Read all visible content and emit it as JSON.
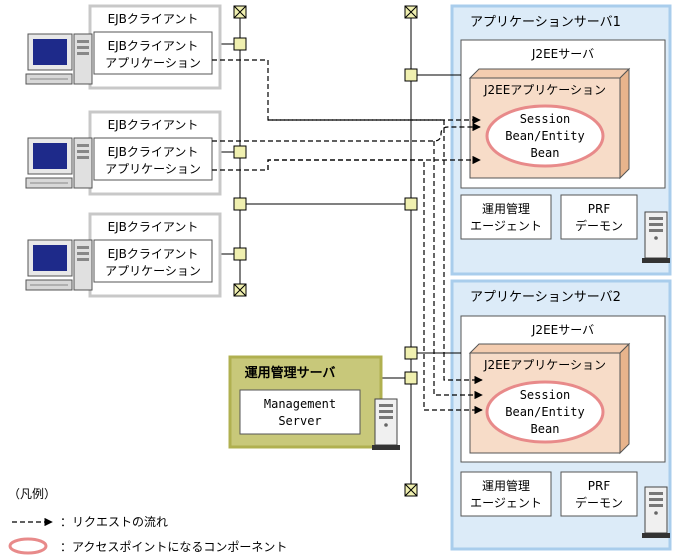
{
  "clients": [
    {
      "group": "EJBクライアント",
      "app": [
        "EJBクライアント",
        "アプリケーション"
      ]
    },
    {
      "group": "EJBクライアント",
      "app": [
        "EJBクライアント",
        "アプリケーション"
      ]
    },
    {
      "group": "EJBクライアント",
      "app": [
        "EJBクライアント",
        "アプリケーション"
      ]
    }
  ],
  "servers": [
    {
      "title": "アプリケーションサーバ1",
      "j2ee_server": "J2EEサーバ",
      "j2ee_app": "J2EEアプリケーション",
      "bean": [
        "Session",
        "Bean/Entity",
        "Bean"
      ],
      "agent": [
        "運用管理",
        "エージェント"
      ],
      "prf": [
        "PRF",
        "デーモン"
      ]
    },
    {
      "title": "アプリケーションサーバ2",
      "j2ee_server": "J2EEサーバ",
      "j2ee_app": "J2EEアプリケーション",
      "bean": [
        "Session",
        "Bean/Entity",
        "Bean"
      ],
      "agent": [
        "運用管理",
        "エージェント"
      ],
      "prf": [
        "PRF",
        "デーモン"
      ]
    }
  ],
  "mgmt": {
    "title": "運用管理サーバ",
    "app": [
      "Management",
      "Server"
    ]
  },
  "legend": {
    "title": "（凡例）",
    "request_flow": "：リクエストの流れ",
    "access_point": "：アクセスポイントになるコンポーネント"
  },
  "colors": {
    "server_bg": "#dcebf8",
    "server_border": "#a9cdec",
    "mgmt_bg": "#c8c87a",
    "app_box": "#f7dcc8",
    "bean_border": "#e88a8a",
    "client_border": "#c8c8c8"
  }
}
